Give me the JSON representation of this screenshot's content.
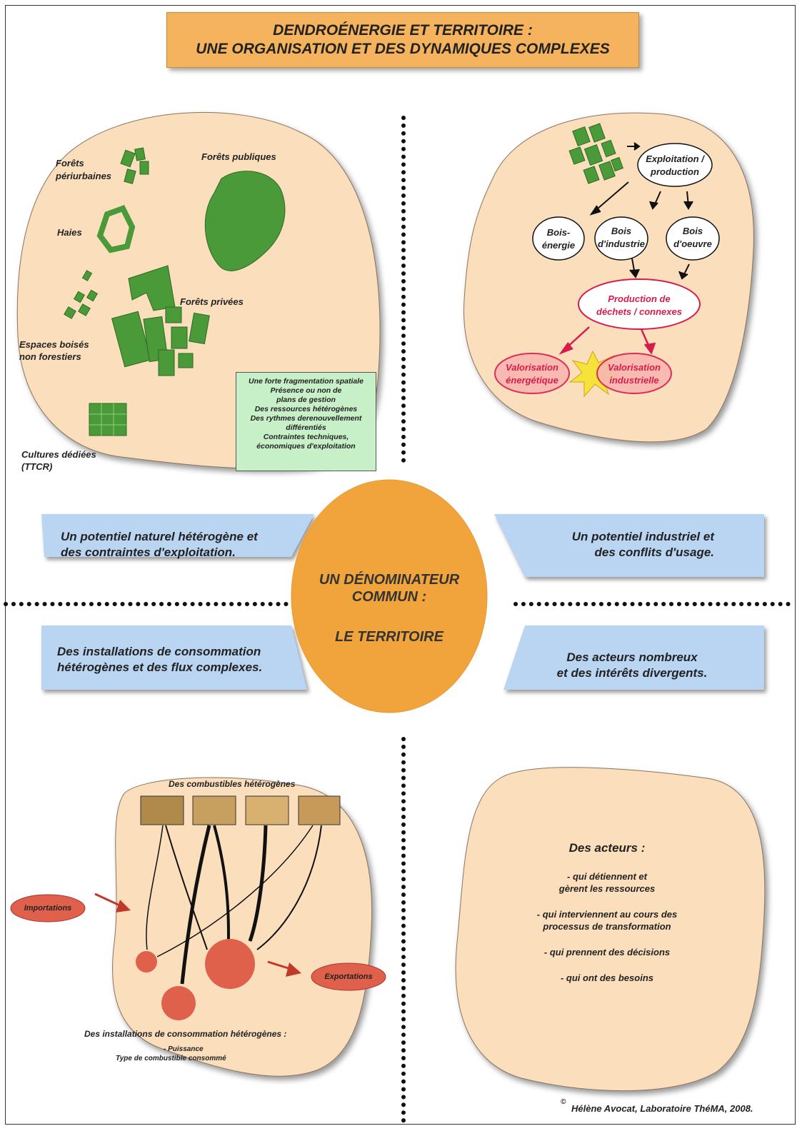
{
  "title": {
    "line1": "DENDROÉNERGIE ET TERRITOIRE :",
    "line2": "UNE ORGANISATION ET DES DYNAMIQUES COMPLEXES"
  },
  "top_left": {
    "labels": {
      "forets_periurbaines_1": "Forêts",
      "forets_periurbaines_2": "périurbaines",
      "forets_publiques": "Forêts publiques",
      "haies": "Haies",
      "forets_privees": "Forêts privées",
      "espaces_1": "Espaces boisés",
      "espaces_2": "non forestiers",
      "cultures_1": "Cultures dédiées",
      "cultures_2": "(TTCR)"
    },
    "info_lines": [
      "Une forte fragmentation spatiale",
      "Présence ou non de",
      "plans de gestion",
      "Des ressources hétérogènes",
      "Des rythmes derenouvellement",
      "différentiés",
      "Contraintes techniques,",
      "économiques d'exploitation"
    ]
  },
  "top_right": {
    "exploitation_1": "Exploitation /",
    "exploitation_2": "production",
    "bois_energie_1": "Bois-",
    "bois_energie_2": "énergie",
    "bois_industrie_1": "Bois",
    "bois_industrie_2": "d'industrie",
    "bois_oeuvre_1": "Bois",
    "bois_oeuvre_2": "d'oeuvre",
    "production_dechets_1": "Production de",
    "production_dechets_2": "déchets / connexes",
    "valorisation_energetique_1": "Valorisation",
    "valorisation_energetique_2": "énergétique",
    "valorisation_industrielle_1": "Valorisation",
    "valorisation_industrielle_2": "industrielle"
  },
  "bands": {
    "tl_1": "Un potentiel naturel hétérogène et",
    "tl_2": "des contraintes d'exploitation.",
    "tr_1": "Un potentiel industriel et",
    "tr_2": "des conflits d'usage.",
    "bl_1": "Des installations de consommation",
    "bl_2": "hétérogènes et des flux complexes.",
    "br_1": "Des acteurs nombreux",
    "br_2": "et des intérêts divergents."
  },
  "center": {
    "line1": "UN DÉNOMINATEUR",
    "line2": "COMMUN :",
    "line3": "LE TERRITOIRE"
  },
  "bottom_left": {
    "combustibles": "Des combustibles hétérogènes",
    "importations": "Importations",
    "exportations": "Exportations",
    "installations": "Des installations de consommation hétérogènes :",
    "puissance": "- Puissance",
    "type": "Type de combustible consommé"
  },
  "bottom_right": {
    "heading": "Des acteurs :",
    "items": [
      "- qui détiennent et",
      "gèrent les ressources",
      "- qui interviennent au cours des",
      "processus de transformation",
      "- qui prennent des décisions",
      "- qui ont des besoins"
    ]
  },
  "credit": {
    "symbol": "©",
    "text": "Hélène Avocat, Laboratoire ThéMA, 2008."
  },
  "colors": {
    "blob": "#fbdfbd",
    "title_box": "#f6b35d",
    "center": "#f2a43c",
    "band": "#b9d5f2",
    "forest": "#4a9a3a",
    "red_text": "#d81b4b",
    "flow_circle": "#e0614b"
  }
}
